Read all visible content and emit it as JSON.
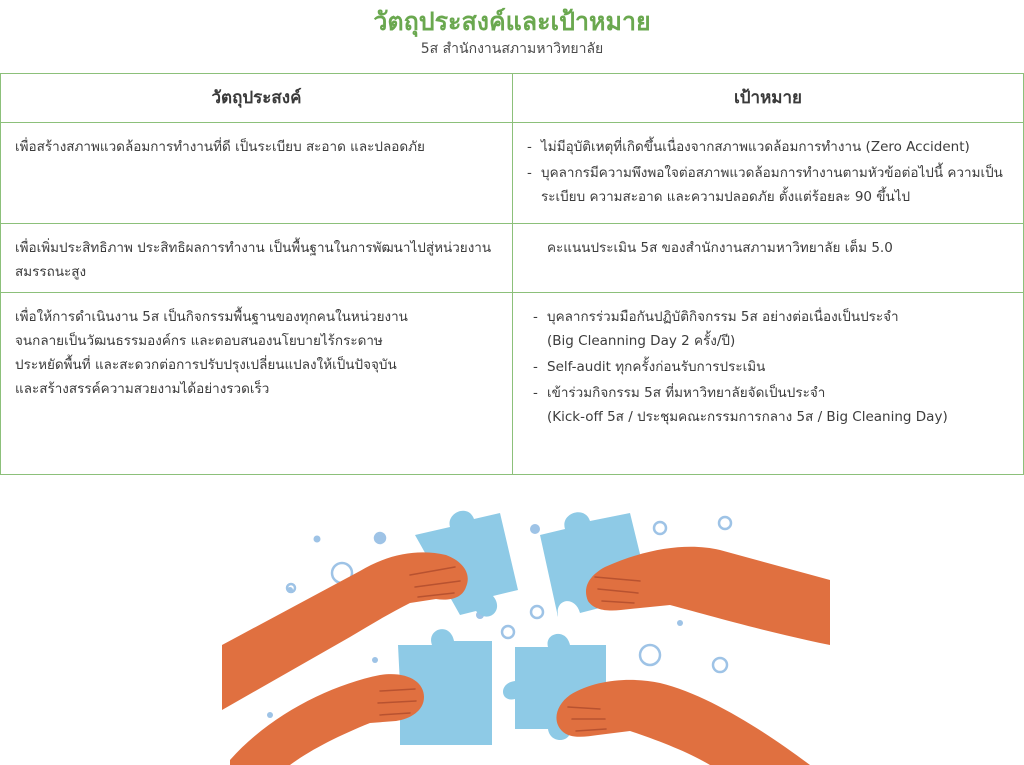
{
  "header": {
    "title": "วัตถุประสงค์และเป้าหมาย",
    "subtitle": "5ส สำนักงานสภามหาวิทยาลัย"
  },
  "table": {
    "headers": [
      "วัตถุประสงค์",
      "เป้าหมาย"
    ],
    "rows": [
      {
        "objective": "เพื่อสร้างสภาพแวดล้อมการทำงานที่ดี เป็นระเบียบ สะอาด และปลอดภัย",
        "goals": [
          "ไม่มีอุบัติเหตุที่เกิดขึ้นเนื่องจากสภาพแวดล้อมการทำงาน (Zero Accident)",
          "บุคลากรมีความพึงพอใจต่อสภาพแวดล้อมการทำงานตามหัวข้อต่อไปนี้ ความเป็นระเบียบ ความสะอาด และความปลอดภัย ตั้งแต่ร้อยละ 90 ขึ้นไป"
        ]
      },
      {
        "objective": "เพื่อเพิ่มประสิทธิภาพ ประสิทธิผลการทำงาน เป็นพื้นฐานในการพัฒนาไปสู่หน่วยงานสมรรถนะสูง",
        "goal_text": "คะแนนประเมิน 5ส ของสำนักงานสภามหาวิทยาลัย เต็ม 5.0"
      },
      {
        "objective_lines": [
          "เพื่อให้การดำเนินงาน 5ส เป็นกิจกรรมพื้นฐานของทุกคนในหน่วยงาน",
          "จนกลายเป็นวัฒนธรรมองค์กร และตอบสนองนโยบายไร้กระดาษ",
          "ประหยัดพื้นที่ และสะดวกต่อการปรับปรุงเปลี่ยนแปลงให้เป็นปัจจุบัน",
          "และสร้างสรรค์ความสวยงามได้อย่างรวดเร็ว"
        ],
        "goals": [
          {
            "text": "บุคลากรร่วมมือกันปฏิบัติกิจกรรม 5ส อย่างต่อเนื่องเป็นประจำ",
            "sub": "(Big Cleanning Day 2 ครั้ง/ปี)"
          },
          {
            "text": "Self-audit ทุกครั้งก่อนรับการประเมิน",
            "sub": ""
          },
          {
            "text": "เข้าร่วมกิจกรรม 5ส ที่มหาวิทยาลัยจัดเป็นประจำ",
            "sub": "(Kick-off 5ส / ประชุมคณะกรรมการกลาง 5ส / Big Cleaning Day)"
          }
        ]
      }
    ]
  },
  "illustration": {
    "name": "hands-holding-puzzle-pieces",
    "skin": "#e07040",
    "puzzle": "#8ecae6",
    "dots": "#9ec3e6"
  },
  "colors": {
    "title": "#6aa84f",
    "border": "#8cc07a"
  }
}
